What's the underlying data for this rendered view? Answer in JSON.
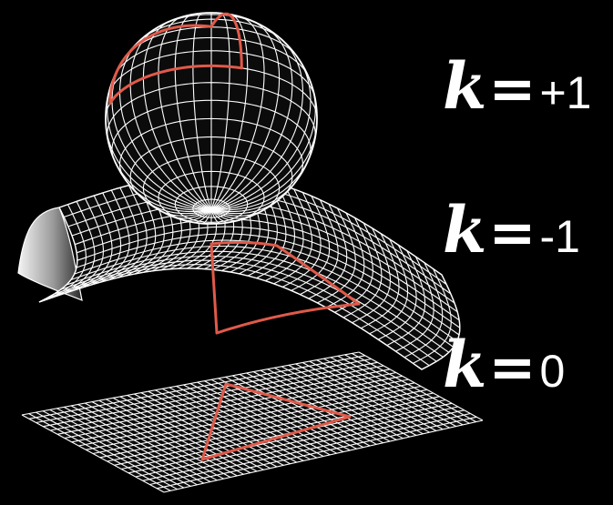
{
  "colors": {
    "background": "#000000",
    "grid": "#ffffff",
    "triangle": "#e05a4a"
  },
  "labels": [
    {
      "variable": "k",
      "equals": "=",
      "value": "+1"
    },
    {
      "variable": "k",
      "equals": "=",
      "value": "-1"
    },
    {
      "variable": "k",
      "equals": "=",
      "value": "0"
    }
  ]
}
